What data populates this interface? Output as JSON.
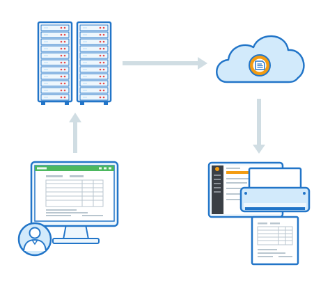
{
  "colors": {
    "outline": "#2275c8",
    "fill_light": "#eef7fd",
    "fill_blue": "#d2eafb",
    "accent_green": "#4cb85f",
    "accent_red": "#e64a4a",
    "accent_orange": "#f39c12",
    "arrow": "#d0dde3",
    "text_line": "#b9c6cf",
    "dark_panel": "#3a3f45"
  },
  "icons": {
    "servers": "server-rack-icon",
    "cloud": "cloud-document-icon",
    "workstation": "monitor-icon",
    "user": "user-avatar-icon",
    "dashboard": "dashboard-window-icon",
    "printer": "printer-icon"
  },
  "flow": [
    "workstation-to-servers",
    "servers-to-cloud",
    "cloud-to-printer"
  ]
}
